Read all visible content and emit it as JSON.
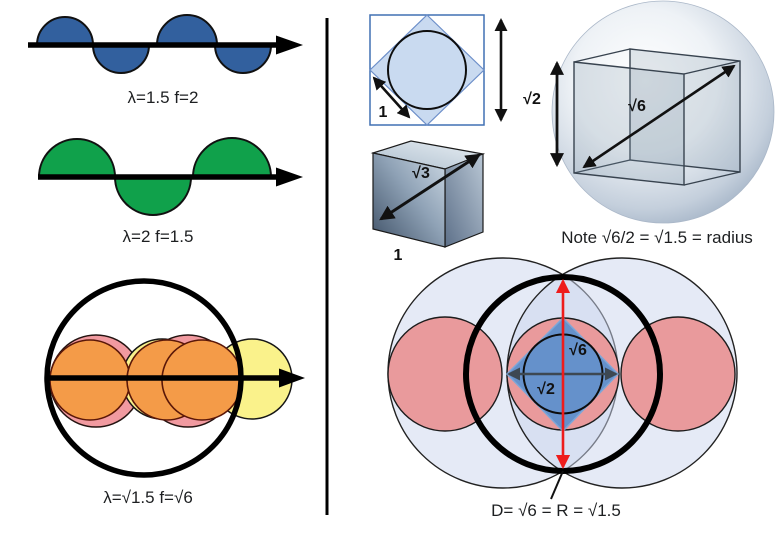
{
  "left_panel": {
    "wave1": {
      "label": "λ=1.5 f=2"
    },
    "wave2": {
      "label": "λ=2 f=1.5"
    },
    "wave3": {
      "label": "λ=√1.5 f=√6"
    }
  },
  "right_panel": {
    "inscribed_square": {
      "side_label": "1",
      "height_label": "√2"
    },
    "unit_cube": {
      "diagonal_label": "√3",
      "side_label": "1"
    },
    "sphere_cube": {
      "diagonal_label": "√6",
      "note": "Note √6/2 = √1.5 = radius"
    },
    "wave_circles": {
      "vertical_label": "√6",
      "horizontal_label": "√2",
      "caption": "D= √6 = R = √1.5"
    }
  },
  "colors": {
    "wave_blue": "#32609e",
    "wave_green": "#10a14b",
    "orange": "#f49b48",
    "pink": "#f19aa0",
    "yellow": "#faf28b",
    "light_blue_fill": "#c9daf0",
    "square_border": "#4170b4",
    "steel_blue": "#6591cb",
    "pale_circle_fill": "rgba(203,214,238,0.5)",
    "salmon": "#e99a9c",
    "red_arrow": "#ee1c1c",
    "dark_red_label": "#8f2a24",
    "slate_label": "#47586a"
  }
}
